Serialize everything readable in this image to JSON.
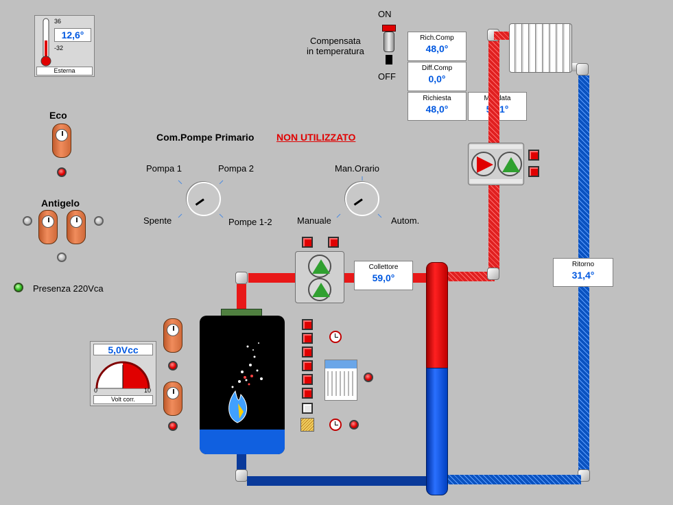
{
  "thermometer": {
    "max": "36",
    "min": "-32",
    "value": "12,6°",
    "label": "Esterna"
  },
  "modes": {
    "eco": "Eco",
    "antigelo": "Antigelo"
  },
  "power": {
    "label": "Presenza 220Vca"
  },
  "compensation": {
    "on": "ON",
    "off": "OFF",
    "label_line1": "Compensata",
    "label_line2": "in temperatura"
  },
  "readouts": {
    "rich_comp": {
      "label": "Rich.Comp",
      "value": "48,0°"
    },
    "diff_comp": {
      "label": "Diff.Comp",
      "value": "0,0°"
    },
    "richiesta": {
      "label": "Richiesta",
      "value": "48,0°"
    },
    "mandata": {
      "label": "Mandata",
      "value": "51,1°"
    },
    "collettore": {
      "label": "Collettore",
      "value": "59,0°"
    },
    "ritorno": {
      "label": "Ritorno",
      "value": "31,4°"
    }
  },
  "primary_pumps": {
    "title": "Com.Pompe Primario",
    "status": "NON UTILIZZATO",
    "status_color": "#e00000"
  },
  "pump_selector": {
    "pompa1": "Pompa 1",
    "pompa2": "Pompa 2",
    "spente": "Spente",
    "pompe12": "Pompe 1-2"
  },
  "mode_selector": {
    "man_orario": "Man.Orario",
    "manuale": "Manuale",
    "autom": "Autom."
  },
  "voltmeter": {
    "value": "5,0Vcc",
    "min": "0",
    "max": "10",
    "label": "Volt corr.",
    "fraction": 0.5
  },
  "colors": {
    "hot": "#e81818",
    "cold": "#0a58d0",
    "readout": "#0058e0",
    "background": "#c0c0c0"
  }
}
